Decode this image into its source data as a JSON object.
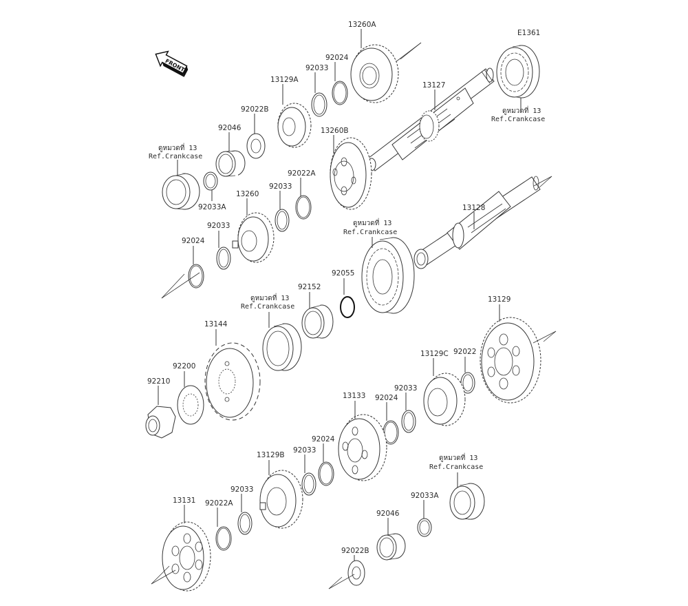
{
  "diagram": {
    "code": "E1361",
    "front_label": "FRONT",
    "ref_line1": "ดูหมวดที่ 13",
    "ref_line2": "Ref.Crankcase",
    "parts": [
      {
        "id": "p13260A",
        "label": "13260A"
      },
      {
        "id": "p92024a",
        "label": "92024"
      },
      {
        "id": "p92033a",
        "label": "92033"
      },
      {
        "id": "p13129A",
        "label": "13129A"
      },
      {
        "id": "p92022Ba",
        "label": "92022B"
      },
      {
        "id": "p92046a",
        "label": "92046"
      },
      {
        "id": "p13127",
        "label": "13127"
      },
      {
        "id": "p13260B",
        "label": "13260B"
      },
      {
        "id": "p92033Aa",
        "label": "92033A"
      },
      {
        "id": "p13260",
        "label": "13260"
      },
      {
        "id": "p92033b",
        "label": "92033"
      },
      {
        "id": "p92022Aa",
        "label": "92022A"
      },
      {
        "id": "p92033c",
        "label": "92033"
      },
      {
        "id": "p92024b",
        "label": "92024"
      },
      {
        "id": "p13128",
        "label": "13128"
      },
      {
        "id": "p92055",
        "label": "92055"
      },
      {
        "id": "p92152",
        "label": "92152"
      },
      {
        "id": "p13144",
        "label": "13144"
      },
      {
        "id": "p92200",
        "label": "92200"
      },
      {
        "id": "p92210",
        "label": "92210"
      },
      {
        "id": "p13129",
        "label": "13129"
      },
      {
        "id": "p13129C",
        "label": "13129C"
      },
      {
        "id": "p92022",
        "label": "92022"
      },
      {
        "id": "p92033d",
        "label": "92033"
      },
      {
        "id": "p92024c",
        "label": "92024"
      },
      {
        "id": "p13133",
        "label": "13133"
      },
      {
        "id": "p92024d",
        "label": "92024"
      },
      {
        "id": "p92033e",
        "label": "92033"
      },
      {
        "id": "p13129B",
        "label": "13129B"
      },
      {
        "id": "p92033f",
        "label": "92033"
      },
      {
        "id": "p13131",
        "label": "13131"
      },
      {
        "id": "p92022Ab",
        "label": "92022A"
      },
      {
        "id": "p92022Bb",
        "label": "92022B"
      },
      {
        "id": "p92046b",
        "label": "92046"
      },
      {
        "id": "p92033Ab",
        "label": "92033A"
      }
    ]
  }
}
